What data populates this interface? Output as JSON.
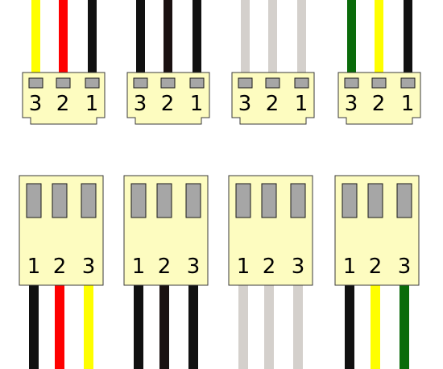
{
  "diagram": {
    "connector_fill": "#fdfcc0",
    "connector_stroke": "#3a3a3a",
    "pin_fill": "#a6a6a6",
    "pin_stroke": "#1a1a1a",
    "top_row": [
      {
        "id": "male-yellow-red-black",
        "pin_labels": [
          "3",
          "2",
          "1"
        ],
        "wires": [
          "#fefe00",
          "#fe0000",
          "#111111"
        ]
      },
      {
        "id": "male-black-black-black",
        "pin_labels": [
          "3",
          "2",
          "1"
        ],
        "wires": [
          "#111111",
          "#1a1111",
          "#111111"
        ]
      },
      {
        "id": "male-white-white-white",
        "pin_labels": [
          "3",
          "2",
          "1"
        ],
        "wires": [
          "#d4d0cc",
          "#d4d0cc",
          "#d4d0cc"
        ]
      },
      {
        "id": "male-green-yellow-black",
        "pin_labels": [
          "3",
          "2",
          "1"
        ],
        "wires": [
          "#0a6b0a",
          "#fefe00",
          "#111111"
        ]
      }
    ],
    "bottom_row": [
      {
        "id": "female-black-red-yellow",
        "pin_labels": [
          "1",
          "2",
          "3"
        ],
        "wires": [
          "#111111",
          "#fe0000",
          "#fefe00"
        ]
      },
      {
        "id": "female-black-black-black",
        "pin_labels": [
          "1",
          "2",
          "3"
        ],
        "wires": [
          "#111111",
          "#1a1111",
          "#111111"
        ]
      },
      {
        "id": "female-white-white-white",
        "pin_labels": [
          "1",
          "2",
          "3"
        ],
        "wires": [
          "#d4d0cc",
          "#d4d0cc",
          "#d4d0cc"
        ]
      },
      {
        "id": "female-black-yellow-green",
        "pin_labels": [
          "1",
          "2",
          "3"
        ],
        "wires": [
          "#111111",
          "#fefe00",
          "#0a6b0a"
        ]
      }
    ]
  }
}
